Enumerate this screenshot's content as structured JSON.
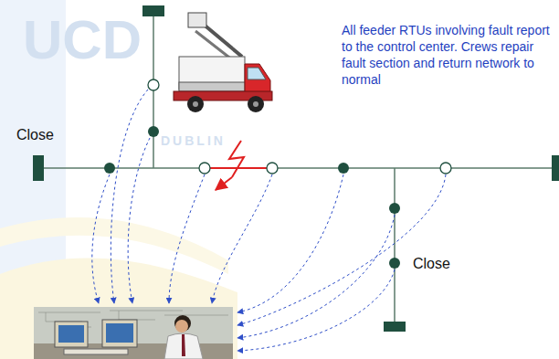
{
  "diagram": {
    "labels": [
      "All feeder RTUs involving fault report to the control center. Crews repair fault section and return network to normal",
      "Close",
      "Close",
      "UCD",
      "DUBLIN"
    ]
  }
}
